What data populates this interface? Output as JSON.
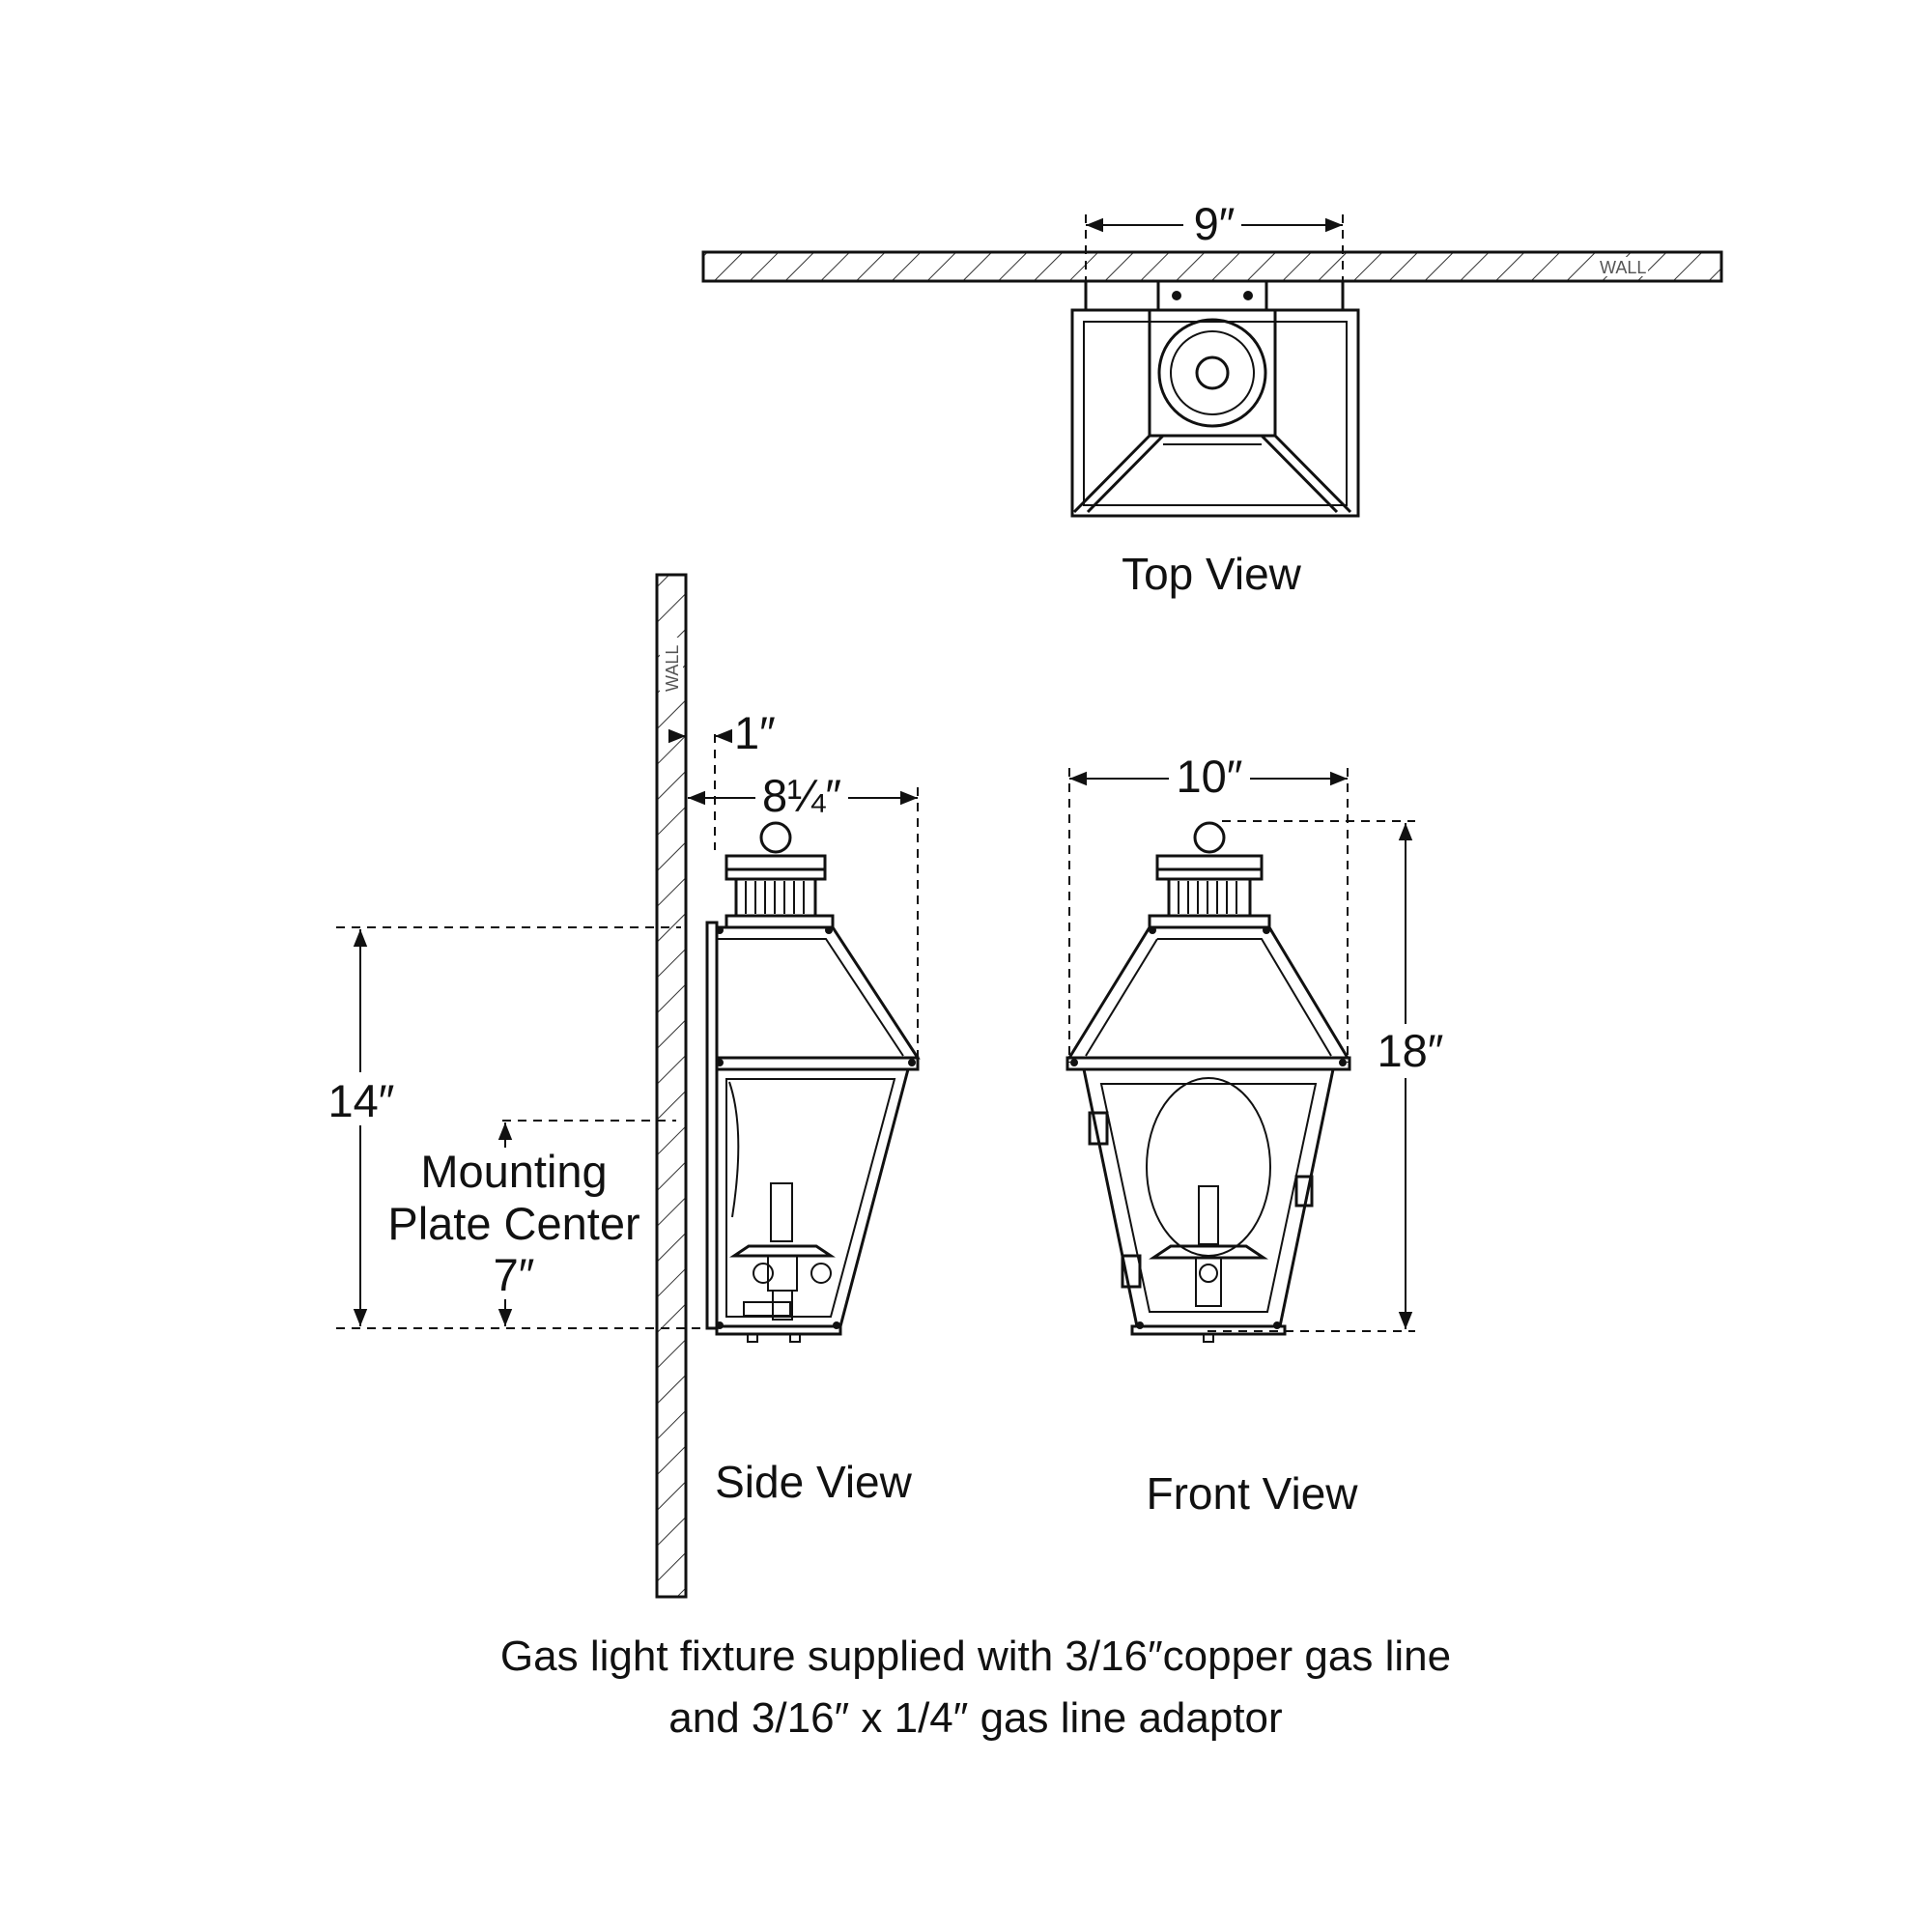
{
  "top_view": {
    "dimension": "9″",
    "wall_label": "WALL",
    "caption": "Top View"
  },
  "side_view": {
    "wall_label": "WALL",
    "offset_dimension": "1″",
    "depth_dimension": "8¼″",
    "height_dimension": "14″",
    "mounting_label_line1": "Mounting",
    "mounting_label_line2": "Plate Center",
    "mounting_dimension": "7″",
    "caption": "Side View"
  },
  "front_view": {
    "width_dimension": "10″",
    "height_dimension": "18″",
    "caption": "Front View"
  },
  "note": {
    "line1": "Gas light fixture supplied with 3/16″copper gas line",
    "line2": "and 3/16″ x 1/4″ gas line adaptor"
  }
}
